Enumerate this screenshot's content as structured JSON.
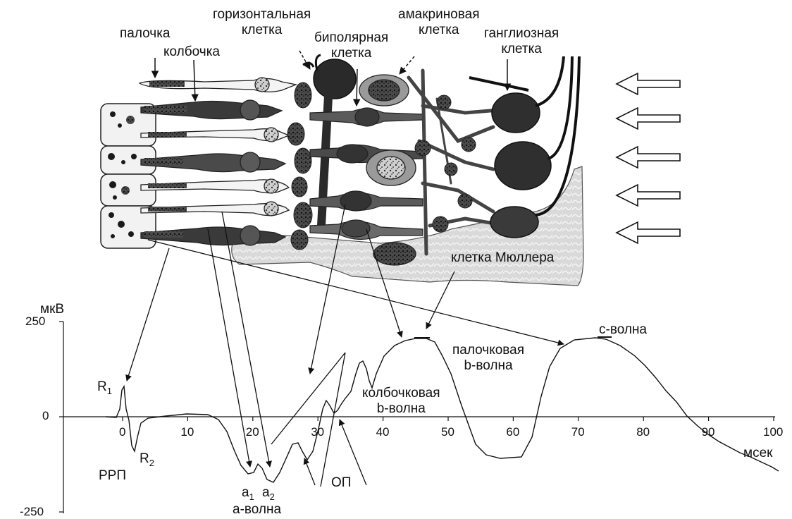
{
  "cell_labels": {
    "rod": "палочка",
    "cone": "колбочка",
    "horizontal": [
      "горизонтальная",
      "клетка"
    ],
    "bipolar": [
      "биполярная",
      "клетка"
    ],
    "amacrine": [
      "амакриновая",
      "клетка"
    ],
    "ganglion": [
      "ганглиозная",
      "клетка"
    ],
    "muller": "клетка Мюллера"
  },
  "wave_labels": {
    "c_wave": "с-волна",
    "rod_b_wave": [
      "палочковая",
      "b-волна"
    ],
    "cone_b_wave": [
      "колбочковая",
      "b-волна"
    ],
    "a_wave": "а-волна",
    "a1": {
      "base": "a",
      "sub": "1"
    },
    "a2": {
      "base": "a",
      "sub": "2"
    },
    "r1": {
      "base": "R",
      "sub": "1"
    },
    "r2": {
      "base": "R",
      "sub": "2"
    },
    "erp": "РРП",
    "op": "ОП"
  },
  "axes": {
    "y_unit": "мкВ",
    "x_unit": "мсек",
    "y_ticks": [
      "250",
      "0",
      "-250"
    ],
    "x_ticks": [
      "0",
      "10",
      "20",
      "30",
      "40",
      "50",
      "60",
      "70",
      "80",
      "90",
      "100"
    ]
  },
  "colors": {
    "ink": "#111111",
    "dark_cell": "#2a2a2a",
    "mid_cell": "#6e6e6e",
    "light_cell": "#bdbdbd",
    "background": "#ffffff"
  }
}
